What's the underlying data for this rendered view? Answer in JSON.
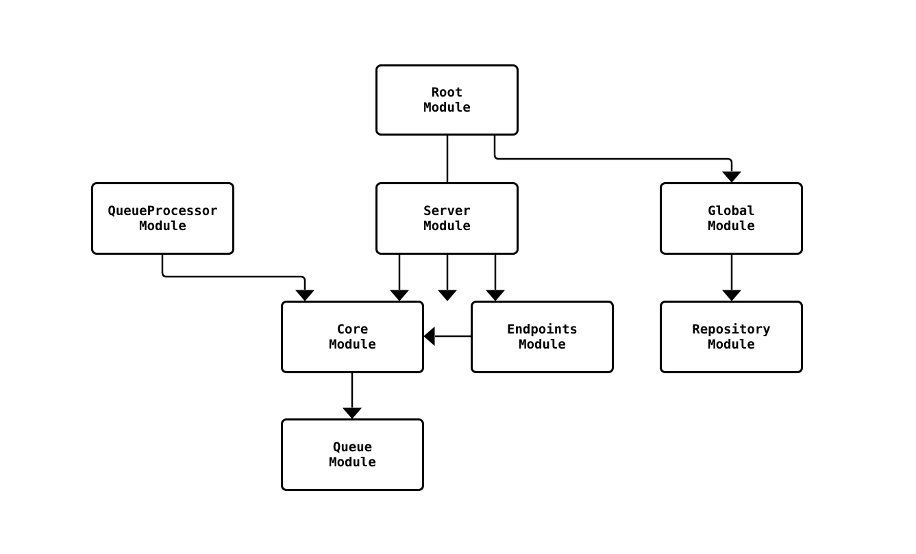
{
  "diagram": {
    "type": "module-dependency-flowchart",
    "background_color": "#ffffff",
    "node_fill_color": "#ffffff",
    "line_color": "#000000",
    "text_color": "#000000",
    "nodes": [
      {
        "id": "root",
        "label": "Root\nModule"
      },
      {
        "id": "queueprocessor",
        "label": "QueueProcessor\nModule"
      },
      {
        "id": "server",
        "label": "Server\nModule"
      },
      {
        "id": "global",
        "label": "Global\nModule"
      },
      {
        "id": "core",
        "label": "Core\nModule"
      },
      {
        "id": "endpoints",
        "label": "Endpoints\nModule"
      },
      {
        "id": "repository",
        "label": "Repository\nModule"
      },
      {
        "id": "queue",
        "label": "Queue\nModule"
      }
    ],
    "edges": [
      {
        "from": "root",
        "to": "server"
      },
      {
        "from": "root",
        "to": "global"
      },
      {
        "from": "queueprocessor",
        "to": "core"
      },
      {
        "from": "server",
        "to": "core"
      },
      {
        "from": "server",
        "to": "endpoints"
      },
      {
        "from": "endpoints",
        "to": "core"
      },
      {
        "from": "global",
        "to": "repository"
      },
      {
        "from": "core",
        "to": "queue"
      }
    ]
  }
}
